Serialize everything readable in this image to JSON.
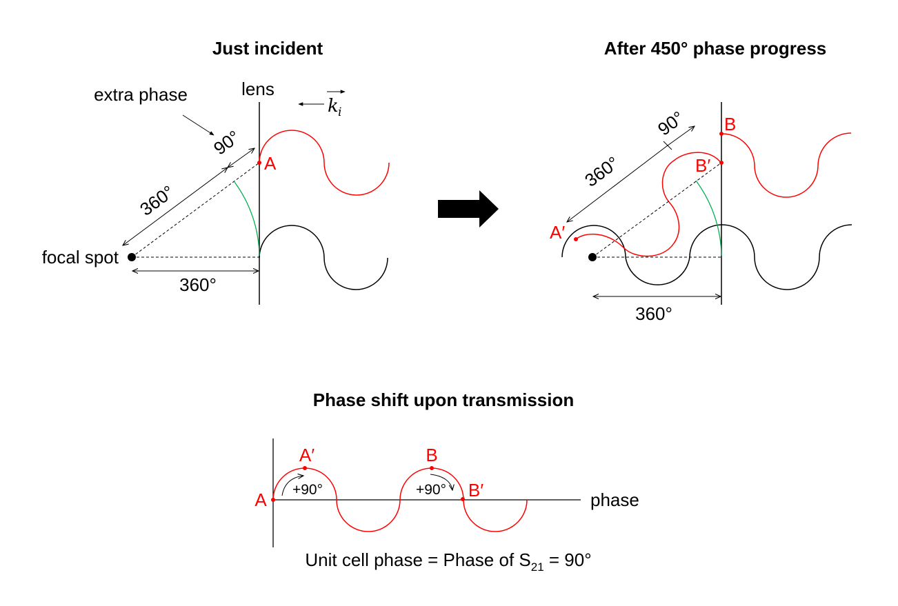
{
  "panels": {
    "left": {
      "title": "Just incident",
      "lens_label": "lens",
      "extra_phase_label": "extra phase",
      "wave_vector_label": "k",
      "wave_vector_sub": "i",
      "focal_spot_label": "focal spot",
      "diag_360_label": "360°",
      "diag_90_label": "90°",
      "horiz_360_label": "360°",
      "point_a": "A"
    },
    "right": {
      "title": "After 450° phase progress",
      "diag_360_label": "360°",
      "diag_90_label": "90°",
      "horiz_360_label": "360°",
      "point_a_prime": "A′",
      "point_b": "B",
      "point_b_prime": "B′"
    },
    "bottom": {
      "title": "Phase shift upon transmission",
      "point_a": "A",
      "point_a_prime": "A′",
      "point_b": "B",
      "point_b_prime": "B′",
      "shift_1": "+90°",
      "shift_2": "+90°",
      "axis_label": "phase",
      "caption_pre": "Unit cell phase = Phase of S",
      "caption_sub": "21",
      "caption_post": " = 90°"
    }
  },
  "colors": {
    "wave_red": "#ff0000",
    "arc_green": "#00b050",
    "ink": "#000000"
  }
}
